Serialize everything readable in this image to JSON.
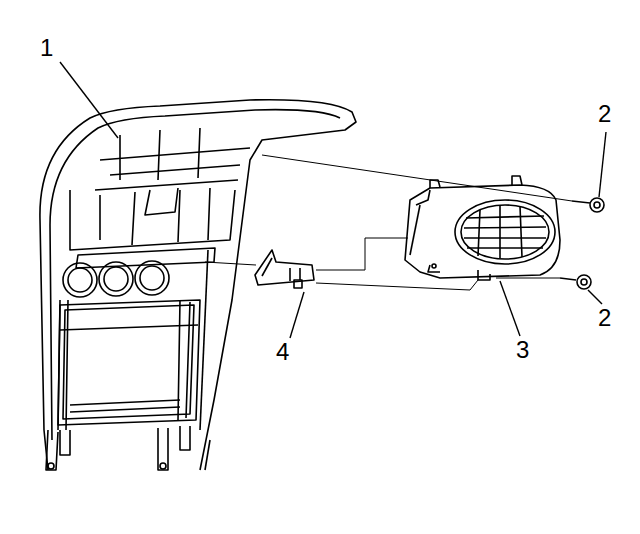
{
  "diagram": {
    "labels": [
      "1",
      "2",
      "2",
      "3",
      "4"
    ]
  }
}
